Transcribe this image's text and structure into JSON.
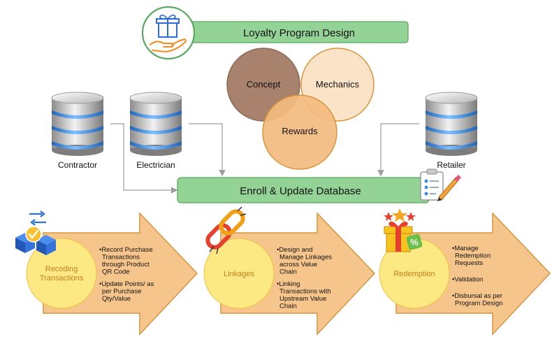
{
  "header": {
    "title": "Loyalty Program Design",
    "icon": "gift-hand-icon"
  },
  "venn": {
    "left": "Concept",
    "right": "Mechanics",
    "bottom": "Rewards"
  },
  "databases": {
    "contractor": "Contractor",
    "electrician": "Electrician",
    "retailer": "Retailer"
  },
  "enroll": {
    "label": "Enroll & Update Database",
    "icon": "clipboard-pen-icon"
  },
  "processes": [
    {
      "title_lines": [
        "Recoding",
        "Transactions"
      ],
      "icon": "blocks-check-icon",
      "bullets": [
        [
          "Record Purchase",
          "Transactions",
          "through Product",
          "QR Code"
        ],
        [
          "Update Points/ as",
          "per Purchase",
          "Qty/Value"
        ]
      ]
    },
    {
      "title_lines": [
        "Linkages"
      ],
      "icon": "chain-link-icon",
      "bullets": [
        [
          "Design and",
          "Manage Linkages",
          "across Value",
          "Chain"
        ],
        [
          "Linking",
          "Transactions with",
          "Upstream Value",
          "Chain"
        ]
      ]
    },
    {
      "title_lines": [
        "Redemption"
      ],
      "icon": "gift-box-stars-icon",
      "bullets": [
        [
          "Manage",
          "Redemption",
          "Requests"
        ],
        [
          "Validation"
        ],
        [
          "Disbursal as per",
          "Program Design"
        ]
      ]
    }
  ],
  "colors": {
    "header_bar": "#93d396",
    "header_border": "#5aa75e",
    "concept": "#a8826c",
    "mechanics": "#fbe2c4",
    "rewards": "#f3bb7f",
    "venn_stroke": "#d99338",
    "arrow_fill": "#f6c58c",
    "arrow_stroke": "#d69540",
    "circle_fill": "#fde983",
    "circle_title": "#c77d1a",
    "db_blue": "#3a8ee6",
    "connector": "#9e9e9e"
  }
}
